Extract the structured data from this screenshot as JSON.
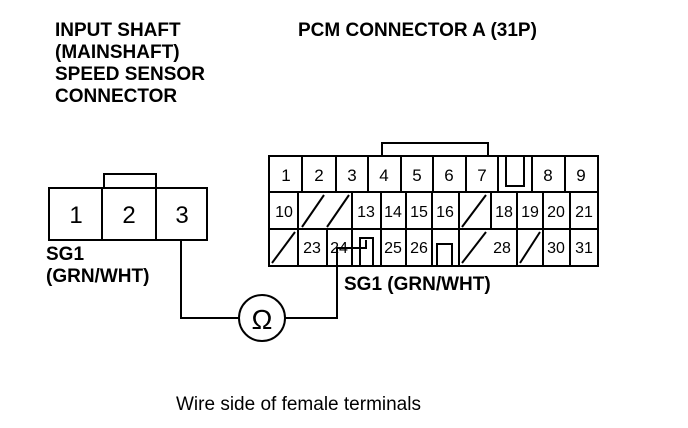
{
  "sensor_connector": {
    "title_lines": [
      "INPUT SHAFT",
      "(MAINSHAFT)",
      "SPEED SENSOR",
      "CONNECTOR"
    ],
    "terminals": [
      "1",
      "2",
      "3"
    ],
    "signal_name": "SG1",
    "wire_color": "(GRN/WHT)"
  },
  "pcm_connector": {
    "title": "PCM CONNECTOR A (31P)",
    "row1": [
      "1",
      "2",
      "3",
      "4",
      "5",
      "6",
      "7",
      "",
      "8",
      "9"
    ],
    "row2": [
      "10",
      "",
      "",
      "13",
      "14",
      "15",
      "16",
      "",
      "18",
      "19",
      "20",
      "21"
    ],
    "row3": [
      "",
      "23",
      "24",
      "",
      "25",
      "26",
      "",
      "",
      "28",
      "",
      "30",
      "31"
    ],
    "signal_label": "SG1 (GRN/WHT)"
  },
  "ohmmeter_symbol": "Ω",
  "caption": "Wire side of female terminals"
}
